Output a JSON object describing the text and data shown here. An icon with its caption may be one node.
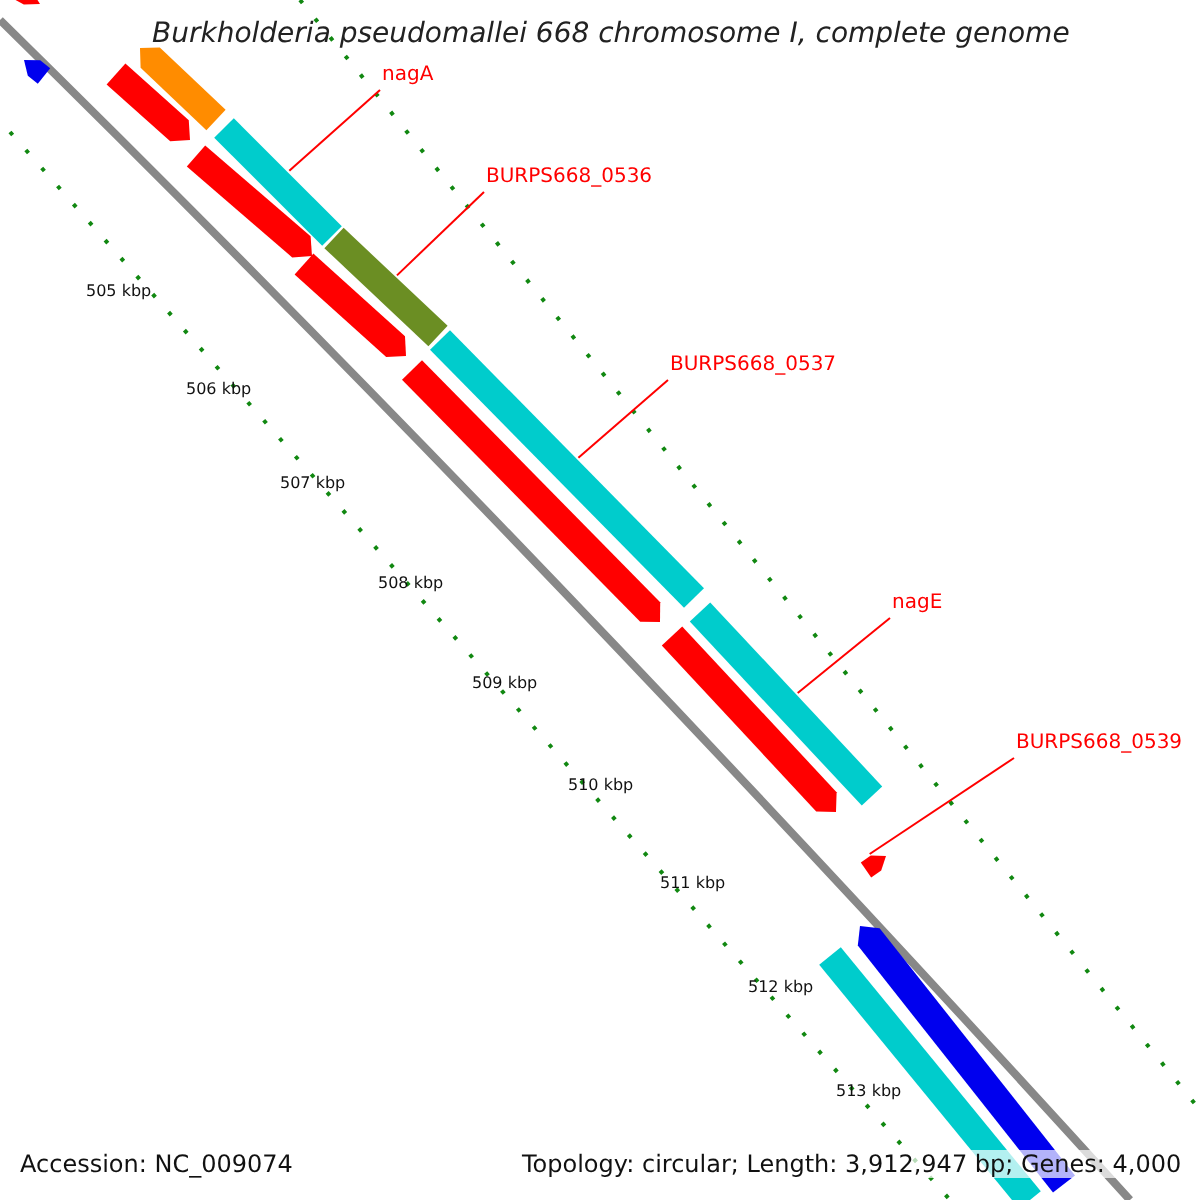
{
  "diagram": {
    "title": "Burkholderia pseudomallei 668 chromosome I, complete genome",
    "nodes": [
      {
        "text": [
          "nagA"
        ]
      },
      {
        "text": [
          "BURPS668_0536"
        ]
      },
      {
        "text": [
          "BURPS668_0537"
        ]
      },
      {
        "text": [
          "nagE"
        ]
      },
      {
        "text": [
          "BURPS668_0539"
        ]
      },
      {
        "text": [],
        "shape": "bar"
      },
      {
        "text": [],
        "shape": "bar"
      },
      {
        "text": [],
        "shape": "bar"
      },
      {
        "text": [],
        "shape": "bar"
      },
      {
        "text": [],
        "shape": "bar"
      },
      {
        "text": [],
        "shape": "bar"
      },
      {
        "text": [],
        "shape": "bar"
      },
      {
        "text": [],
        "shape": "bar"
      },
      {
        "text": [],
        "shape": "bar"
      },
      {
        "text": [],
        "shape": "bar"
      },
      {
        "text": [],
        "shape": "bar"
      },
      {
        "text": [],
        "shape": "bar"
      },
      {
        "text": [],
        "shape": "bar"
      },
      {
        "text": [],
        "shape": "bar"
      },
      {
        "text": [],
        "shape": "bar"
      }
    ],
    "edges": [
      {
        "from": 0,
        "to": 9,
        "arrow": "none"
      },
      {
        "from": 1,
        "to": 11,
        "arrow": "none"
      },
      {
        "from": 2,
        "to": 13,
        "arrow": "none"
      },
      {
        "from": 3,
        "to": 15,
        "arrow": "none"
      },
      {
        "from": 4,
        "to": 17,
        "arrow": "none"
      }
    ],
    "labels": [
      "505 kbp",
      "506 kbp",
      "507 kbp",
      "508 kbp",
      "509 kbp",
      "510 kbp",
      "511 kbp",
      "512 kbp",
      "513 kbp",
      "Accession: NC_009074",
      "Topology: circular; Length: 3,912,947 bp; Genes: 4,000"
    ]
  }
}
